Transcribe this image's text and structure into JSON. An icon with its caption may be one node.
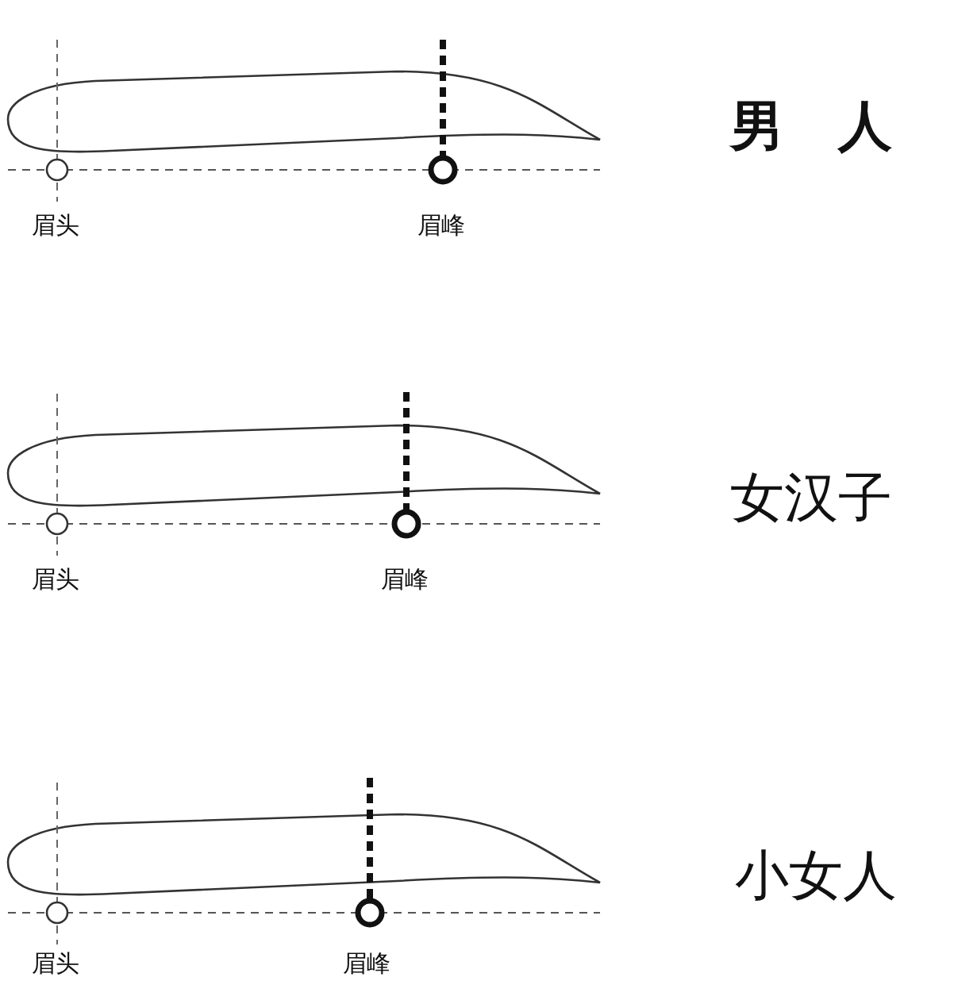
{
  "diagram": {
    "labels": [
      "男　人",
      "眉头",
      "眉峰",
      "女汉子",
      "眉头",
      "眉峰",
      "小女人",
      "眉头",
      "眉峰"
    ]
  }
}
